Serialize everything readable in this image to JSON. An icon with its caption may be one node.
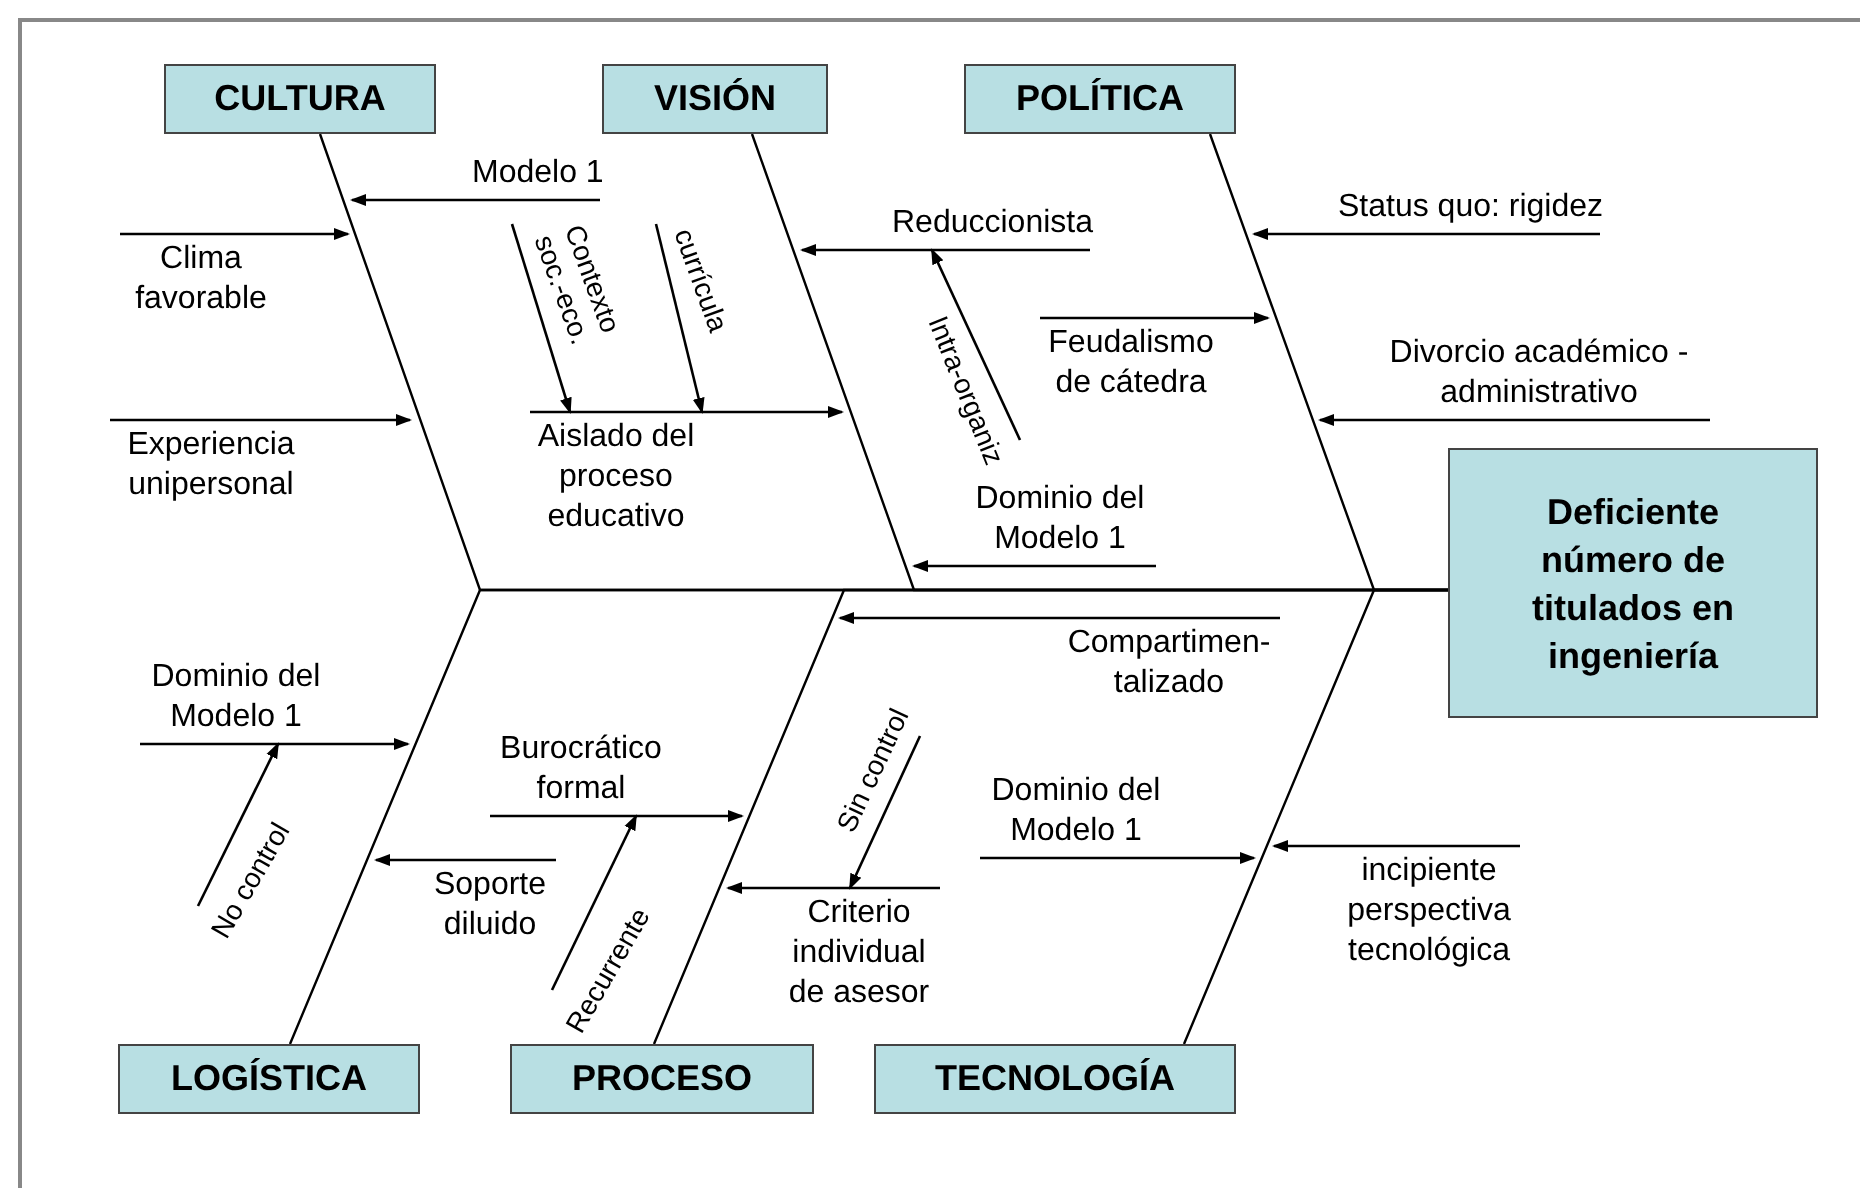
{
  "diagram": {
    "nodes": [
      {
        "text": [
          "CULTURA"
        ]
      },
      {
        "text": [
          "VISIÓN"
        ]
      },
      {
        "text": [
          "POLÍTICA"
        ]
      },
      {
        "text": [
          "Deficiente número de titulados en ingeniería"
        ]
      },
      {
        "text": [
          "LOGÍSTICA"
        ]
      },
      {
        "text": [
          "PROCESO"
        ]
      },
      {
        "text": [
          "TECNOLOGÍA"
        ]
      },
      {
        "text": [
          "Modelo 1"
        ]
      },
      {
        "text": [
          "Clima favorable"
        ]
      },
      {
        "text": [
          "Experiencia unipersonal"
        ]
      },
      {
        "text": [
          "Contexto soc.-eco."
        ]
      },
      {
        "text": [
          "currícula"
        ]
      },
      {
        "text": [
          "Aislado del proceso educativo"
        ]
      },
      {
        "text": [
          "Reduccionista"
        ]
      },
      {
        "text": [
          "Intra-organiz"
        ]
      },
      {
        "text": [
          "Dominio del Modelo 1"
        ]
      },
      {
        "text": [
          "Feudalismo de cátedra"
        ]
      },
      {
        "text": [
          "Status quo: rigidez"
        ]
      },
      {
        "text": [
          "Divorcio académico - administrativo"
        ]
      },
      {
        "text": [
          "Dominio del Modelo 1"
        ]
      },
      {
        "text": [
          "No control"
        ]
      },
      {
        "text": [
          "Soporte diluido"
        ]
      },
      {
        "text": [
          "Burocrático formal"
        ]
      },
      {
        "text": [
          "Recurrente"
        ]
      },
      {
        "text": [
          "Sin control"
        ]
      },
      {
        "text": [
          "Criterio individual de asesor"
        ]
      },
      {
        "text": [
          "Compartimen- talizado"
        ]
      },
      {
        "text": [
          "Dominio del Modelo 1"
        ]
      },
      {
        "text": [
          "incipiente perspectiva tecnológica"
        ]
      }
    ],
    "edges": [
      {
        "from": 0,
        "to": 3,
        "arrow": "none"
      },
      {
        "from": 1,
        "to": 3,
        "arrow": "none"
      },
      {
        "from": 2,
        "to": 3,
        "arrow": "none"
      },
      {
        "from": 4,
        "to": 3,
        "arrow": "none"
      },
      {
        "from": 5,
        "to": 3,
        "arrow": "none"
      },
      {
        "from": 6,
        "to": 3,
        "arrow": "none"
      },
      {
        "from": 7,
        "to": null,
        "arrow": "to"
      },
      {
        "from": 8,
        "to": null,
        "arrow": "to"
      },
      {
        "from": 9,
        "to": null,
        "arrow": "to"
      },
      {
        "from": 10,
        "to": 12,
        "arrow": "to"
      },
      {
        "from": 11,
        "to": 12,
        "arrow": "to"
      },
      {
        "from": 12,
        "to": null,
        "arrow": "to"
      },
      {
        "from": 13,
        "to": null,
        "arrow": "to"
      },
      {
        "from": 14,
        "to": 13,
        "arrow": "to"
      },
      {
        "from": 15,
        "to": null,
        "arrow": "to"
      },
      {
        "from": 16,
        "to": null,
        "arrow": "to"
      },
      {
        "from": 17,
        "to": null,
        "arrow": "to"
      },
      {
        "from": 18,
        "to": null,
        "arrow": "to"
      },
      {
        "from": 19,
        "to": null,
        "arrow": "to"
      },
      {
        "from": 20,
        "to": 19,
        "arrow": "to"
      },
      {
        "from": 21,
        "to": null,
        "arrow": "to"
      },
      {
        "from": 22,
        "to": null,
        "arrow": "to"
      },
      {
        "from": 23,
        "to": 22,
        "arrow": "to"
      },
      {
        "from": 24,
        "to": 25,
        "arrow": "to"
      },
      {
        "from": 25,
        "to": null,
        "arrow": "to"
      },
      {
        "from": 26,
        "to": null,
        "arrow": "to"
      },
      {
        "from": 27,
        "to": null,
        "arrow": "to"
      },
      {
        "from": 28,
        "to": null,
        "arrow": "to"
      }
    ]
  }
}
